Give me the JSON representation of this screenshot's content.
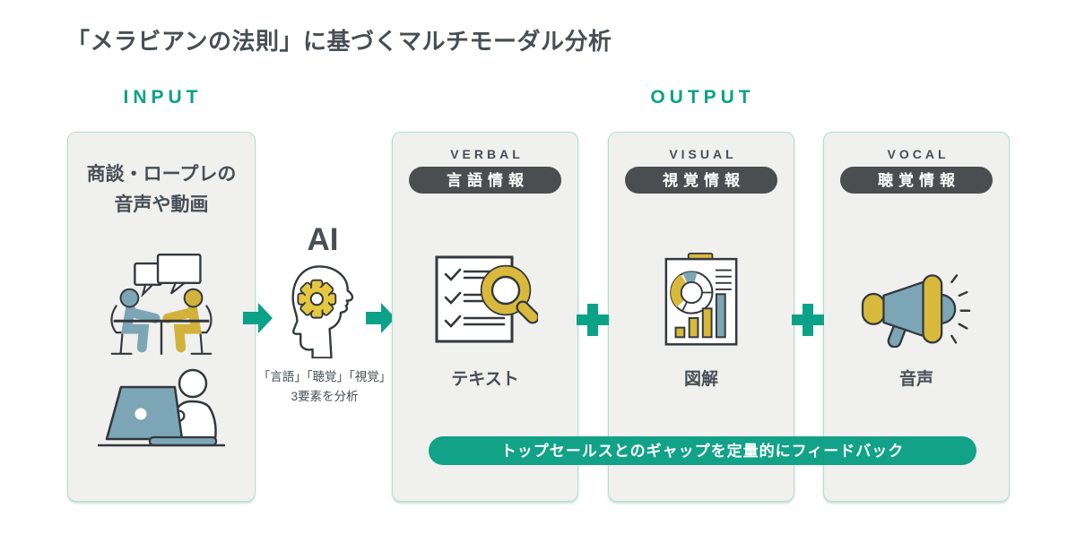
{
  "title": "「メラビアンの法則」に基づくマルチモーダル分析",
  "io": {
    "input": "INPUT",
    "output": "OUTPUT"
  },
  "input_card": {
    "line1": "商談・ロープレの",
    "line2": "音声や動画",
    "icons": [
      "people-talking-icon",
      "laptop-user-icon"
    ]
  },
  "ai": {
    "label": "AI",
    "icon": "head-gear-icon",
    "caption1": "「言語」「聴覚」「視覚」",
    "caption2": "3要素を分析"
  },
  "cards": [
    {
      "tag": "VERBAL",
      "pill": "言語情報",
      "caption": "テキスト",
      "icon": "checklist-magnifier-icon"
    },
    {
      "tag": "VISUAL",
      "pill": "視覚情報",
      "caption": "図解",
      "icon": "chart-document-icon"
    },
    {
      "tag": "VOCAL",
      "pill": "聴覚情報",
      "caption": "音声",
      "icon": "megaphone-icon"
    }
  ],
  "banner": {
    "text": "トップセールスとのギャップを定量的にフィードバック"
  },
  "colors": {
    "accent_green": "#0ba287",
    "banner_green": "#12a287",
    "card_bg": "#f0f0ef",
    "card_border": "#b5ddd0",
    "dark_pill": "#4a4e51",
    "text_dark": "#474e54",
    "illustration_blue": "#7ca6b5",
    "illustration_yellow": "#d8b93c",
    "outline_dark": "#33383c"
  }
}
